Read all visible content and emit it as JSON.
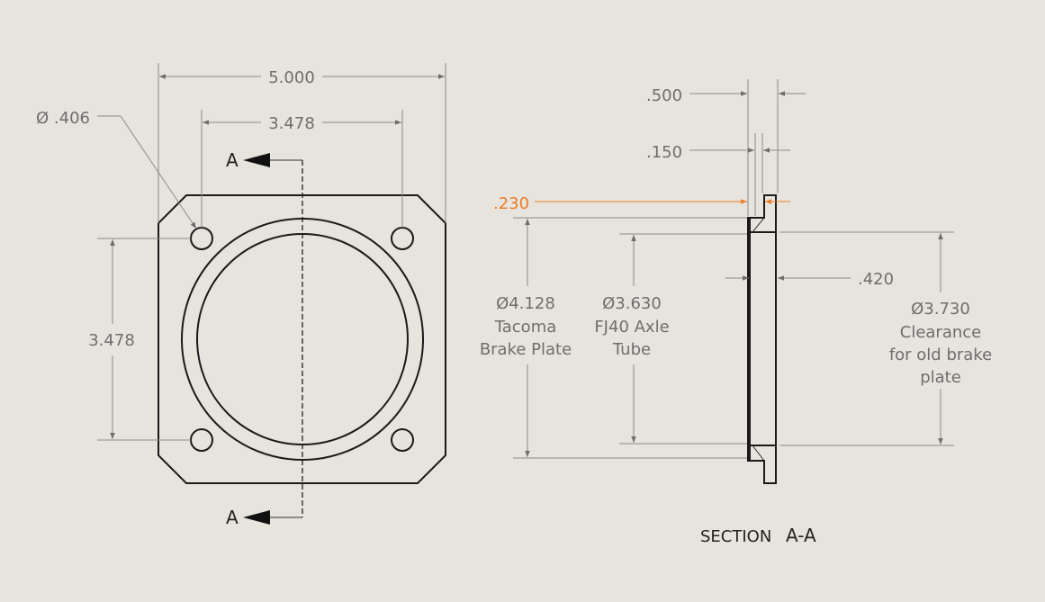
{
  "colors": {
    "background": "#e6e4dc",
    "part_line": "#1a1a1a",
    "dimension": "#6e6e6e",
    "highlight": "#ee7c2a"
  },
  "front_view": {
    "width_dim": "5.000",
    "bolt_spacing_h": "3.478",
    "bolt_spacing_v": "3.478",
    "hole_dia": "Ø .406",
    "section_marker": "A"
  },
  "section_view": {
    "dim_500": ".500",
    "dim_150": ".150",
    "dim_230": ".230",
    "dim_420": ".420",
    "tacoma": [
      "Ø4.128",
      "Tacoma",
      "Brake Plate"
    ],
    "fj40": [
      "Ø3.630",
      "FJ40 Axle",
      "Tube"
    ],
    "clearance": [
      "Ø3.730",
      "Clearance",
      "for old brake",
      "plate"
    ],
    "title_prefix": "SECTION",
    "title_id": "A-A"
  }
}
